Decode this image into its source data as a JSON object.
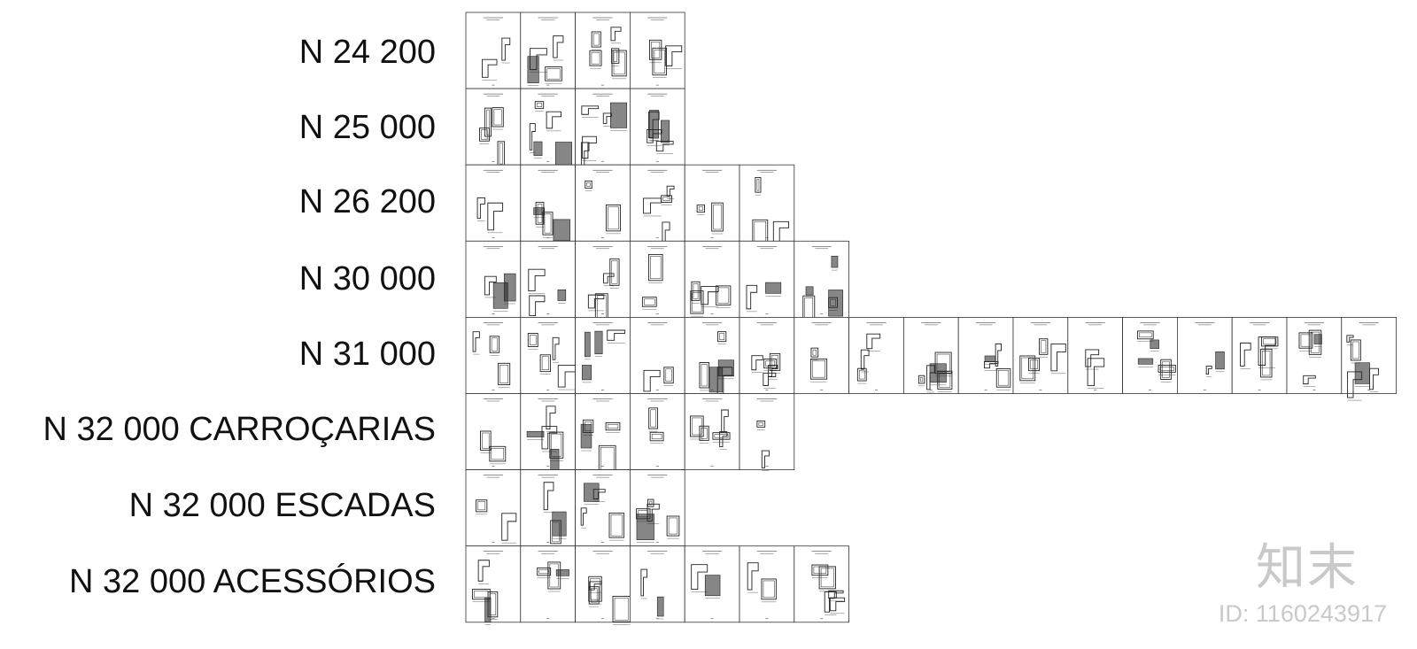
{
  "rows": [
    {
      "label": "N 24 200",
      "sheets": 4
    },
    {
      "label": "N 25 000",
      "sheets": 4
    },
    {
      "label": "N 26 200",
      "sheets": 6
    },
    {
      "label": "N 30 000",
      "sheets": 7
    },
    {
      "label": "N 31 000",
      "sheets": 17
    },
    {
      "label": "N 32 000 CARROÇARIAS",
      "sheets": 6
    },
    {
      "label": "N 32 000 ESCADAS",
      "sheets": 4
    },
    {
      "label": "N 32 000 ACESSÓRIOS",
      "sheets": 7
    }
  ],
  "watermark": {
    "logo": "知末",
    "id": "ID: 1160243917",
    "color": "#c9c9c9"
  },
  "colors": {
    "sheet_border": "#333333",
    "drawing": "#222222",
    "label": "#111111"
  }
}
